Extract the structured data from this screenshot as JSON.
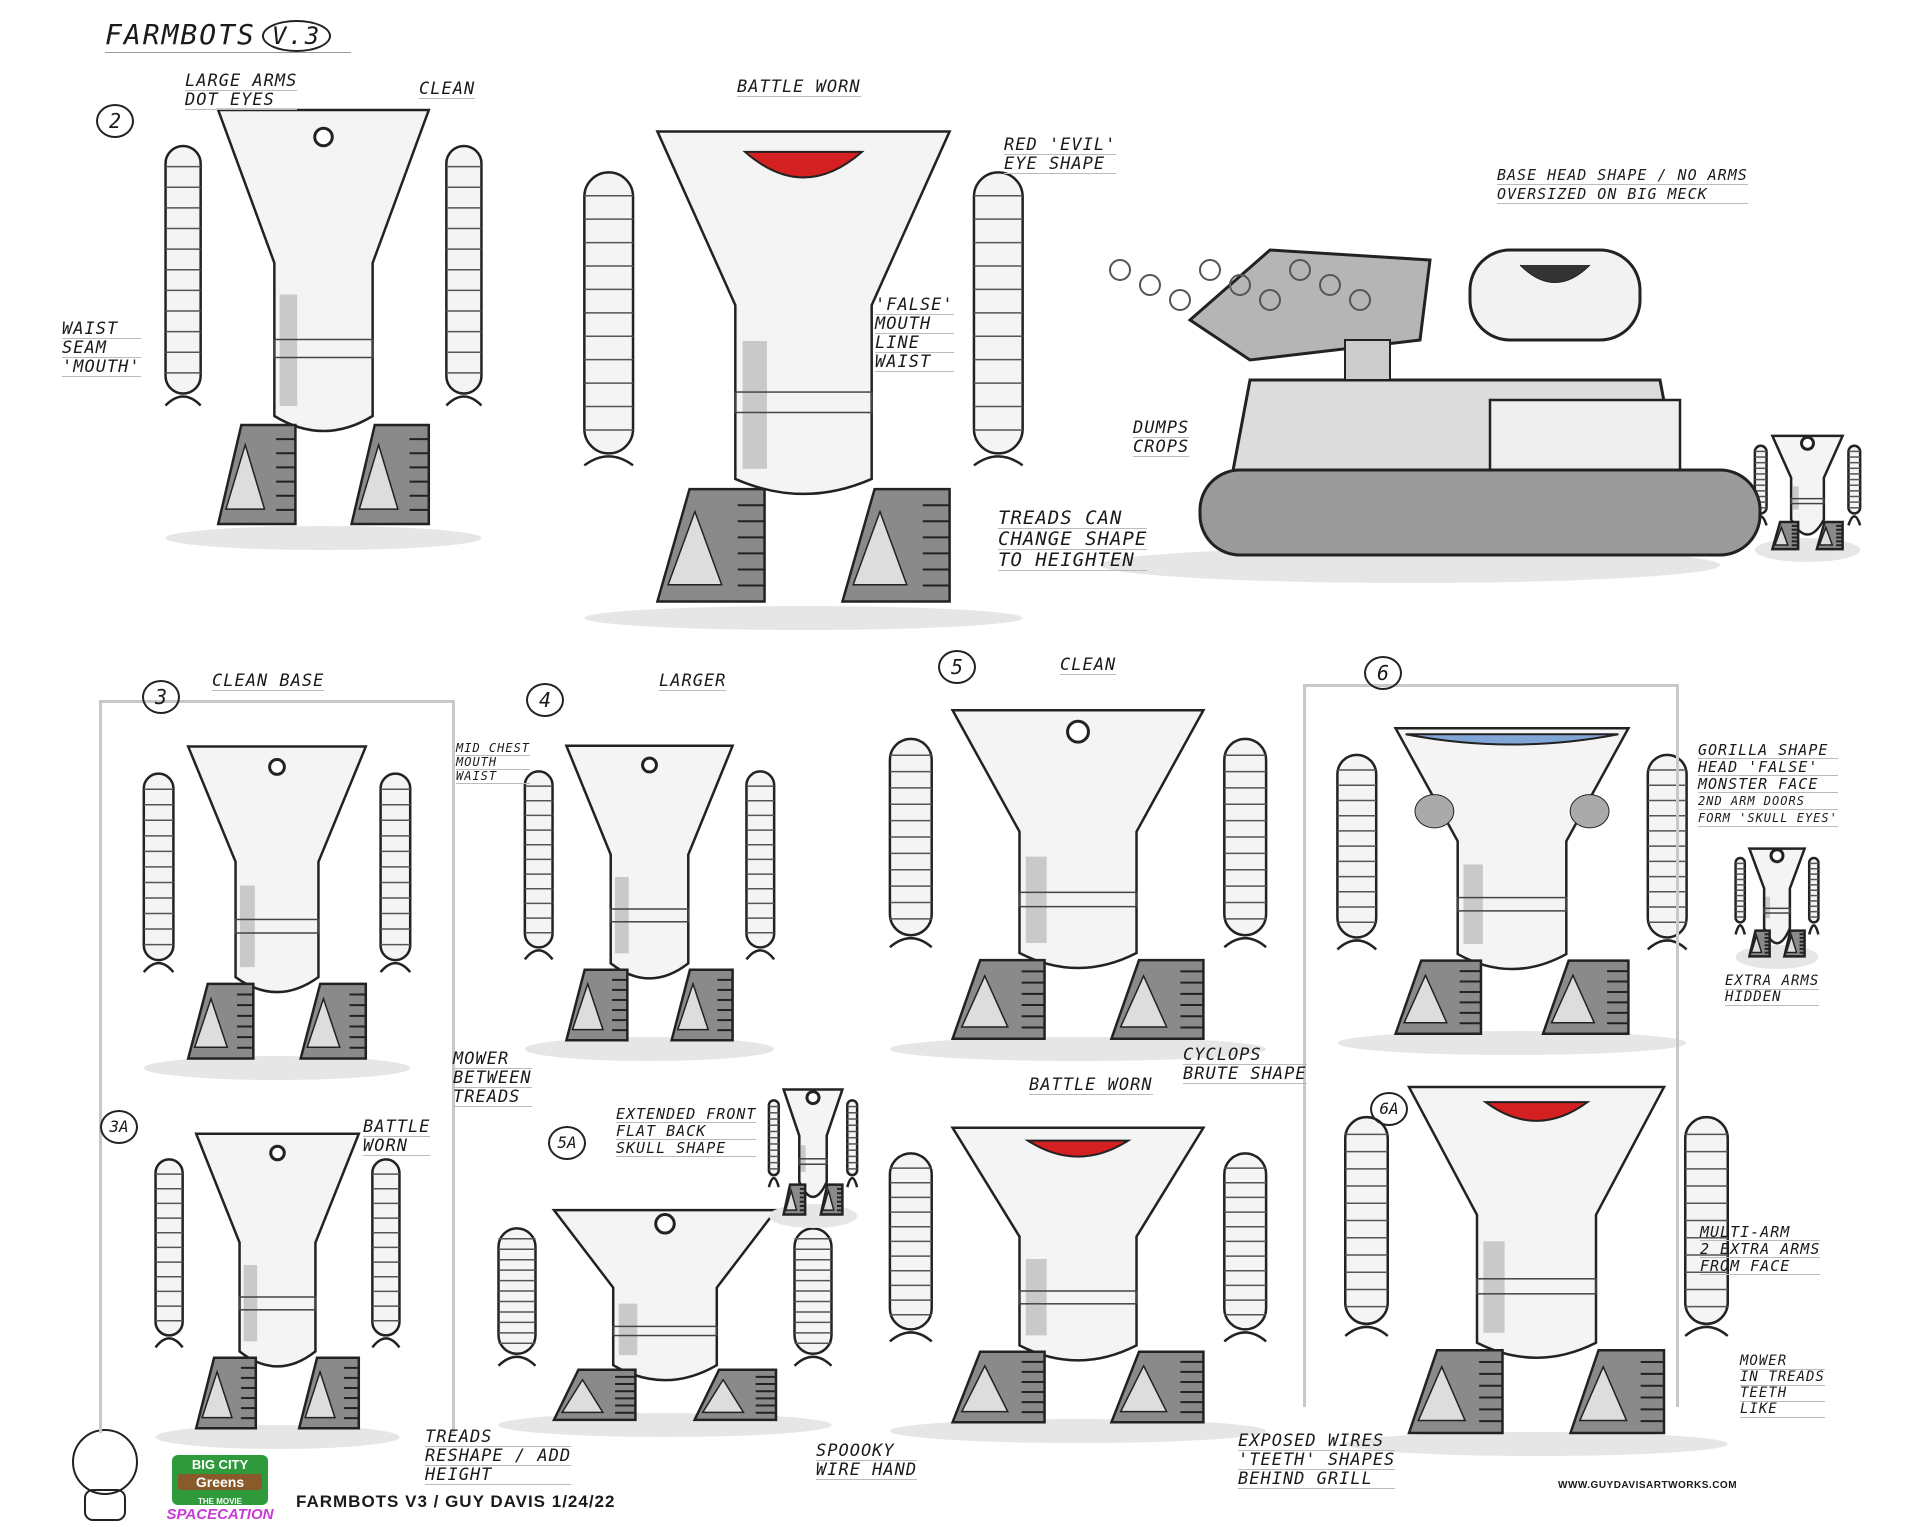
{
  "sheet": {
    "title": "FARMBOTS",
    "version": "V.3"
  },
  "numbers": {
    "n2": "2",
    "n3": "3",
    "n4": "4",
    "n5": "5",
    "n6": "6",
    "n3a": "3A",
    "n5a": "5A",
    "n6a": "6A"
  },
  "notes": {
    "large_arms": [
      "LARGE ARMS",
      "DOT EYES"
    ],
    "clean_2": [
      "CLEAN"
    ],
    "battle_worn_2": [
      "BATTLE WORN"
    ],
    "red_evil": [
      "RED 'EVIL'",
      "EYE SHAPE"
    ],
    "base_head": [
      "BASE HEAD SHAPE / NO ARMS",
      "OVERSIZED ON BIG MECK"
    ],
    "waist_seam": [
      "WAIST",
      "SEAM",
      "'MOUTH'"
    ],
    "false_mouth": [
      "'FALSE'",
      "MOUTH",
      "LINE",
      "WAIST"
    ],
    "dumps_crops": [
      "DUMPS",
      "CROPS"
    ],
    "treads_change": [
      "TREADS CAN",
      "CHANGE SHAPE",
      "TO HEIGHTEN"
    ],
    "clean_base": [
      "CLEAN BASE"
    ],
    "larger": [
      "LARGER"
    ],
    "mid_chest": [
      "MID CHEST",
      "MOUTH",
      "WAIST"
    ],
    "clean_5": [
      "CLEAN"
    ],
    "gorilla": [
      "GORILLA SHAPE",
      "HEAD 'FALSE'",
      "MONSTER FACE",
      "2ND ARM DOORS",
      "FORM 'SKULL EYES'"
    ],
    "extra_arms": [
      "EXTRA ARMS",
      "HIDDEN"
    ],
    "mower_between": [
      "MOWER",
      "BETWEEN",
      "TREADS"
    ],
    "cyclops": [
      "CYCLOPS",
      "BRUTE SHAPE"
    ],
    "battle_worn_5": [
      "BATTLE WORN"
    ],
    "battle_worn_3a": [
      "BATTLE",
      "WORN"
    ],
    "extended_front": [
      "EXTENDED FRONT",
      "FLAT BACK",
      "SKULL SHAPE"
    ],
    "multi_arm": [
      "MULTI-ARM",
      "2 EXTRA ARMS",
      "FROM FACE"
    ],
    "mower_in": [
      "MOWER",
      "IN TREADS",
      "TEETH",
      "LIKE"
    ],
    "treads_reshape": [
      "TREADS",
      "RESHAPE / ADD",
      "HEIGHT"
    ],
    "spooky": [
      "SPOOOKY",
      "WIRE HAND"
    ],
    "exposed": [
      "EXPOSED WIRES",
      "'TEETH' SHAPES",
      "BEHIND GRILL"
    ]
  },
  "footer": {
    "credit": "FARMBOTS V3 / GUY DAVIS 1/24/22",
    "website": "WWW.GUYDAVISARTWORKS.COM"
  },
  "logo": {
    "line1": "BIG CITY",
    "line2": "Greens",
    "line3": "THE MOVIE",
    "line4": "SPACECATION"
  },
  "colors": {
    "red_eye": "#d42020",
    "blue_visor": "#7fa6d6",
    "shade": "#c9c9c9",
    "dark": "#3a3a3a"
  }
}
